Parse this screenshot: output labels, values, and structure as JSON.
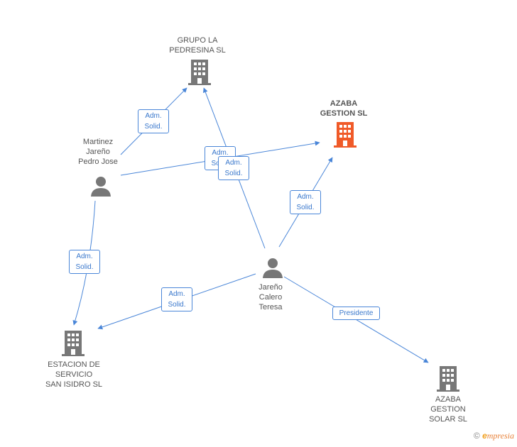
{
  "colors": {
    "edge": "#4a86d8",
    "building": "#777777",
    "focus": "#f05a28",
    "person": "#777777"
  },
  "nodes": {
    "grupo": "GRUPO LA PEDRESINA SL",
    "azaba": "AZABA GESTION SL",
    "martinez": "Martinez Jareño Pedro Jose",
    "jareno": "Jareño Calero Teresa",
    "estacion": "ESTACION DE SERVICIO SAN ISIDRO  SL",
    "solar": "AZABA GESTION SOLAR SL"
  },
  "node_lines": {
    "grupo": [
      "GRUPO LA",
      "PEDRESINA SL"
    ],
    "azaba": [
      "AZABA",
      "GESTION SL"
    ],
    "martinez": [
      "Martinez",
      "Jareño",
      "Pedro Jose"
    ],
    "jareno": [
      "Jareño",
      "Calero",
      "Teresa"
    ],
    "estacion": [
      "ESTACION DE",
      "SERVICIO",
      "SAN ISIDRO  SL"
    ],
    "solar": [
      "AZABA",
      "GESTION",
      "SOLAR SL"
    ]
  },
  "edge_labels": {
    "adm_line1": "Adm.",
    "adm_line2": "Solid.",
    "presidente": "Presidente"
  },
  "footer": {
    "copyright": "©",
    "brand_e": "e",
    "brand_rest": "mpresia"
  }
}
